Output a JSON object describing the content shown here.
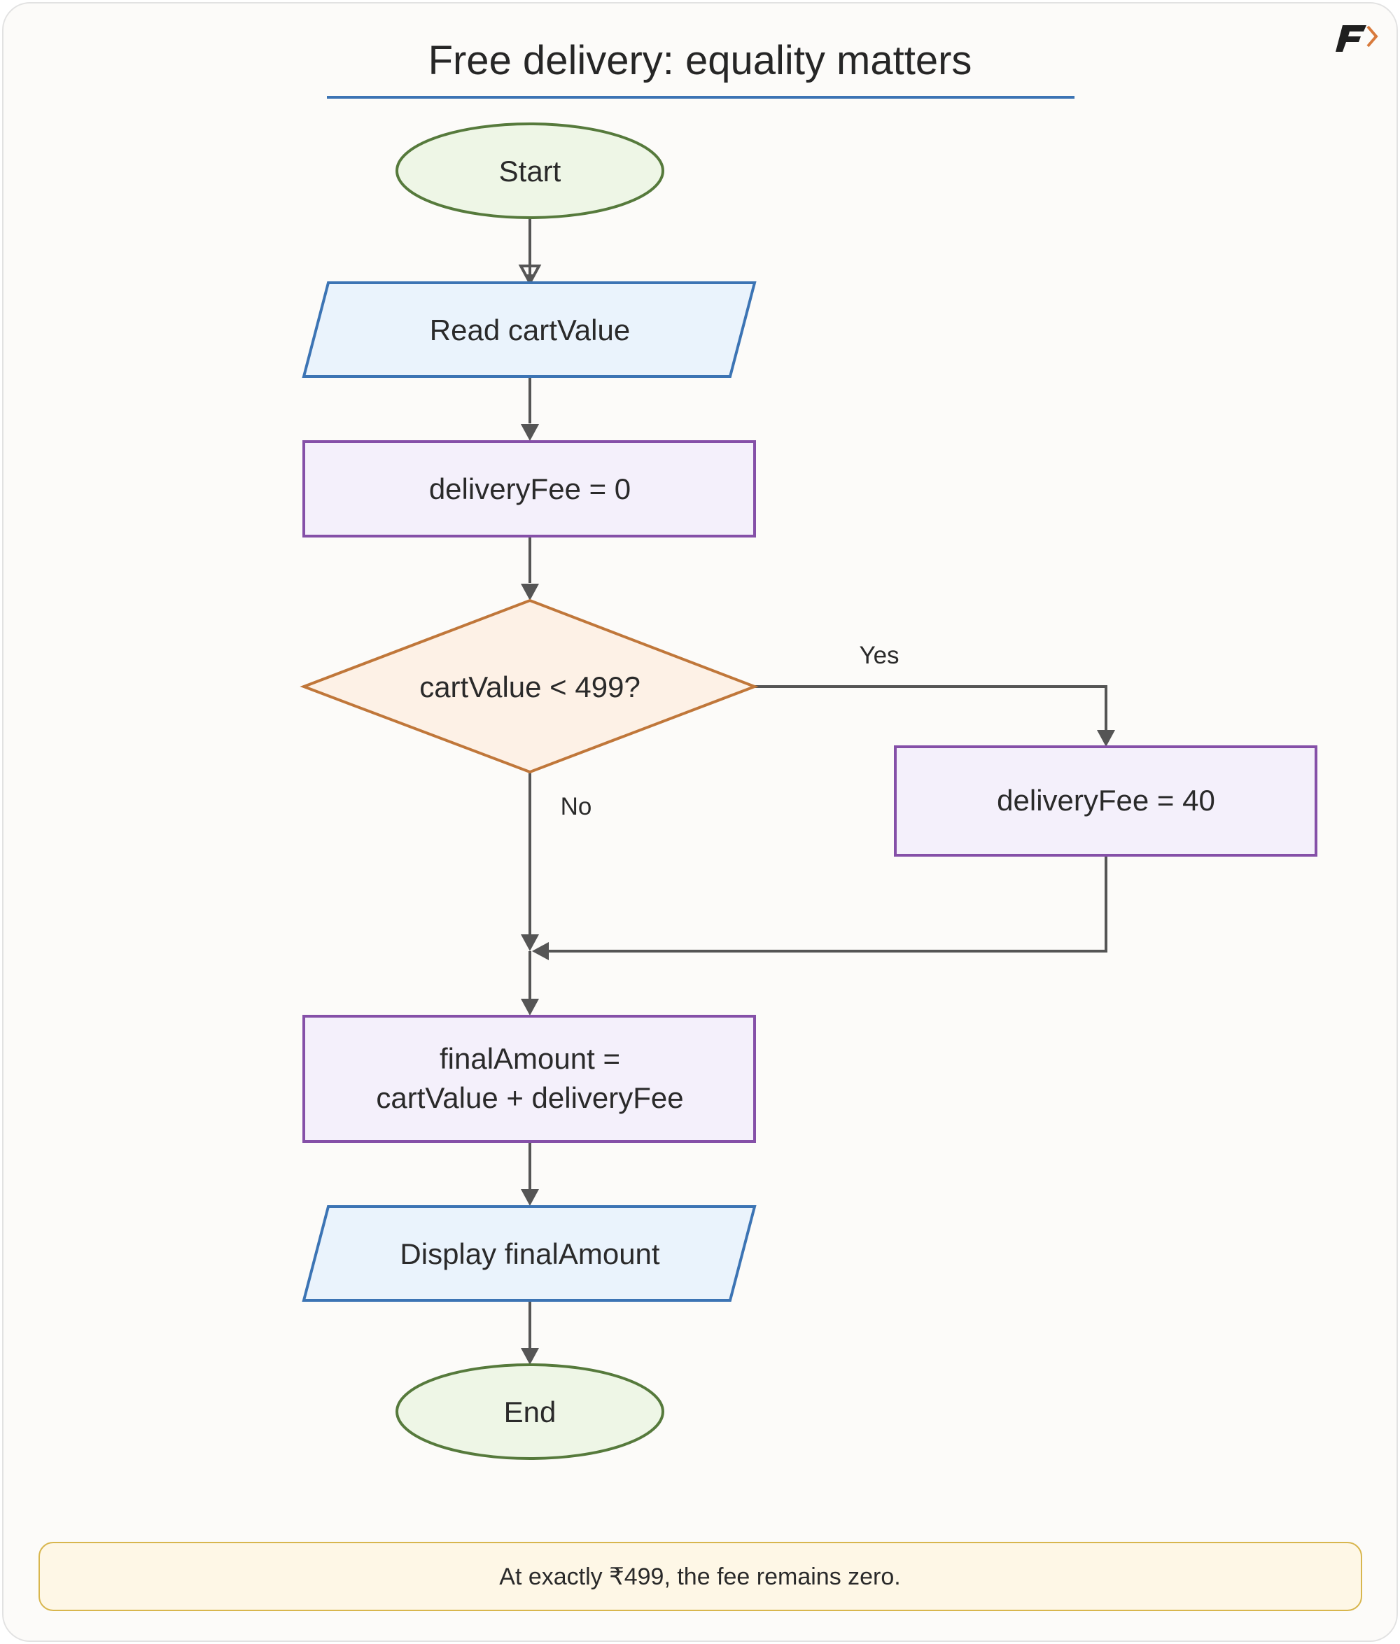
{
  "title": "Free delivery: equality matters",
  "colors": {
    "title_underline": "#3c74b4",
    "terminal_fill": "#eef6e6",
    "terminal_stroke": "#567a3c",
    "io_fill": "#eaf3fc",
    "io_stroke": "#3c74b4",
    "process_fill": "#f4f0fb",
    "process_stroke": "#8550a8",
    "decision_fill": "#fdf1e6",
    "decision_stroke": "#c0773a",
    "edge": "#555555",
    "note_fill": "#fef7e6",
    "note_stroke": "#d8b64e",
    "logo_dark": "#1f1f1f",
    "logo_accent": "#d87a3c"
  },
  "logo": {
    "icon": "brand-logo-icon"
  },
  "nodes": {
    "start": {
      "label": "Start"
    },
    "read": {
      "label": "Read cartValue"
    },
    "init": {
      "label": "deliveryFee = 0"
    },
    "decision": {
      "label": "cartValue < 499?"
    },
    "fee40": {
      "label": "deliveryFee = 40"
    },
    "final": {
      "line1": "finalAmount =",
      "line2": "cartValue + deliveryFee"
    },
    "display": {
      "label": "Display finalAmount"
    },
    "end": {
      "label": "End"
    }
  },
  "edges": {
    "yes_label": "Yes",
    "no_label": "No"
  },
  "note": {
    "text": "At exactly ₹499, the fee remains zero."
  }
}
